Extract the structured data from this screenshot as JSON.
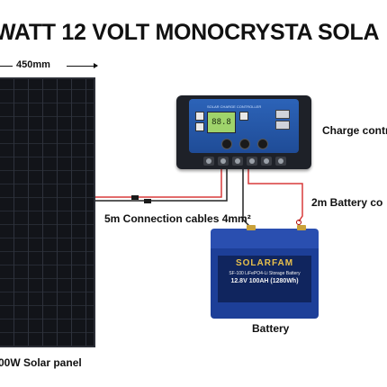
{
  "title": "WATT 12 VOLT MONOCRYSTA SOLA",
  "dimension": {
    "label": "450mm"
  },
  "labels": {
    "charge_controller": "Charge contr",
    "battery_cable": "2m Battery co",
    "connection_cables": "5m Connection cables 4mm²",
    "battery": "Battery",
    "solar_panel": "00W Solar panel"
  },
  "controller": {
    "header": "SOLAR CHARGE CONTROLLER",
    "display": "88.8"
  },
  "battery_unit": {
    "brand": "SOLARFAM",
    "line1": "SF-100  LiFePO4-Li Storage Battery",
    "line2": "12.8V 100AH (1280Wh)"
  },
  "colors": {
    "wire_red": "#d83a3a",
    "wire_black": "#222222",
    "controller_blue": "#2c63b8",
    "battery_blue": "#1d3f98"
  }
}
